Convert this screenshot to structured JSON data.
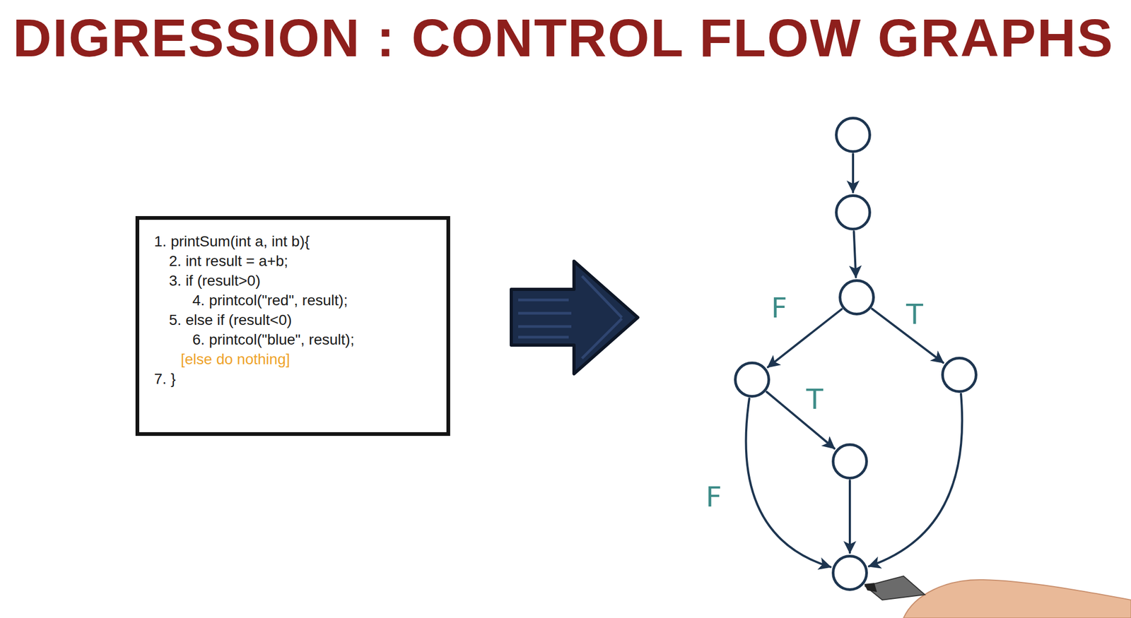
{
  "diagram": {
    "title": "DIGRESSION : CONTROL FLOW GRAPHS",
    "nodes": [
      {
        "text": [
          "1. printSum(int a, int b){",
          "2. int result = a+b;",
          "3. if (result>0)",
          "4. printcol(\"red\", result);",
          "5. else if (result<0)",
          "6. printcol(\"blue\", result);",
          "[else do nothing]",
          "7. }"
        ]
      },
      {
        "text": []
      },
      {
        "text": []
      },
      {
        "text": []
      },
      {
        "text": []
      },
      {
        "text": []
      },
      {
        "text": []
      },
      {
        "text": []
      }
    ],
    "edges": [
      {
        "from": 1,
        "to": 2,
        "arrow": "to"
      },
      {
        "from": 2,
        "to": 3,
        "arrow": "to"
      },
      {
        "from": 3,
        "to": 4,
        "label": "F",
        "arrow": "to"
      },
      {
        "from": 3,
        "to": 5,
        "label": "T",
        "arrow": "to"
      },
      {
        "from": 4,
        "to": 6,
        "label": "T",
        "arrow": "to"
      },
      {
        "from": 4,
        "to": 7,
        "label": "F",
        "arrow": "to"
      },
      {
        "from": 6,
        "to": 7,
        "arrow": "to"
      },
      {
        "from": 5,
        "to": 7,
        "arrow": "to"
      }
    ]
  }
}
